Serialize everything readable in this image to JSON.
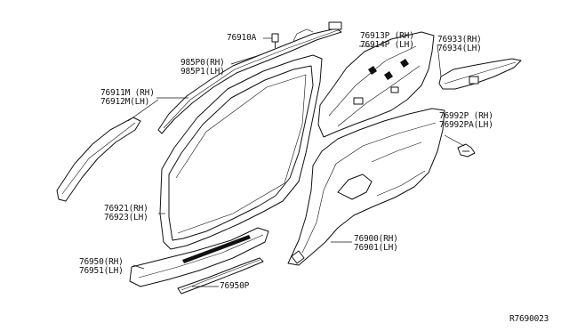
{
  "diagram": {
    "reference_code": "R7690023",
    "callouts": [
      {
        "id": "c1",
        "lines": [
          "76910A"
        ]
      },
      {
        "id": "c2",
        "lines": [
          "985P0(RH)",
          "985P1(LH)"
        ]
      },
      {
        "id": "c3",
        "lines": [
          "76911M (RH)",
          "76912M(LH)"
        ]
      },
      {
        "id": "c4",
        "lines": [
          "76913P (RH)",
          "76914P (LH)"
        ]
      },
      {
        "id": "c5",
        "lines": [
          "76933(RH)",
          "76934(LH)"
        ]
      },
      {
        "id": "c6",
        "lines": [
          "76992P (RH)",
          "76992PA(LH)"
        ]
      },
      {
        "id": "c7",
        "lines": [
          "76921(RH)",
          "76923(LH)"
        ]
      },
      {
        "id": "c8",
        "lines": [
          "76900(RH)",
          "76901(LH)"
        ]
      },
      {
        "id": "c9",
        "lines": [
          "76950(RH)",
          "76951(LH)"
        ]
      },
      {
        "id": "c10",
        "lines": [
          "76950P"
        ]
      }
    ]
  }
}
